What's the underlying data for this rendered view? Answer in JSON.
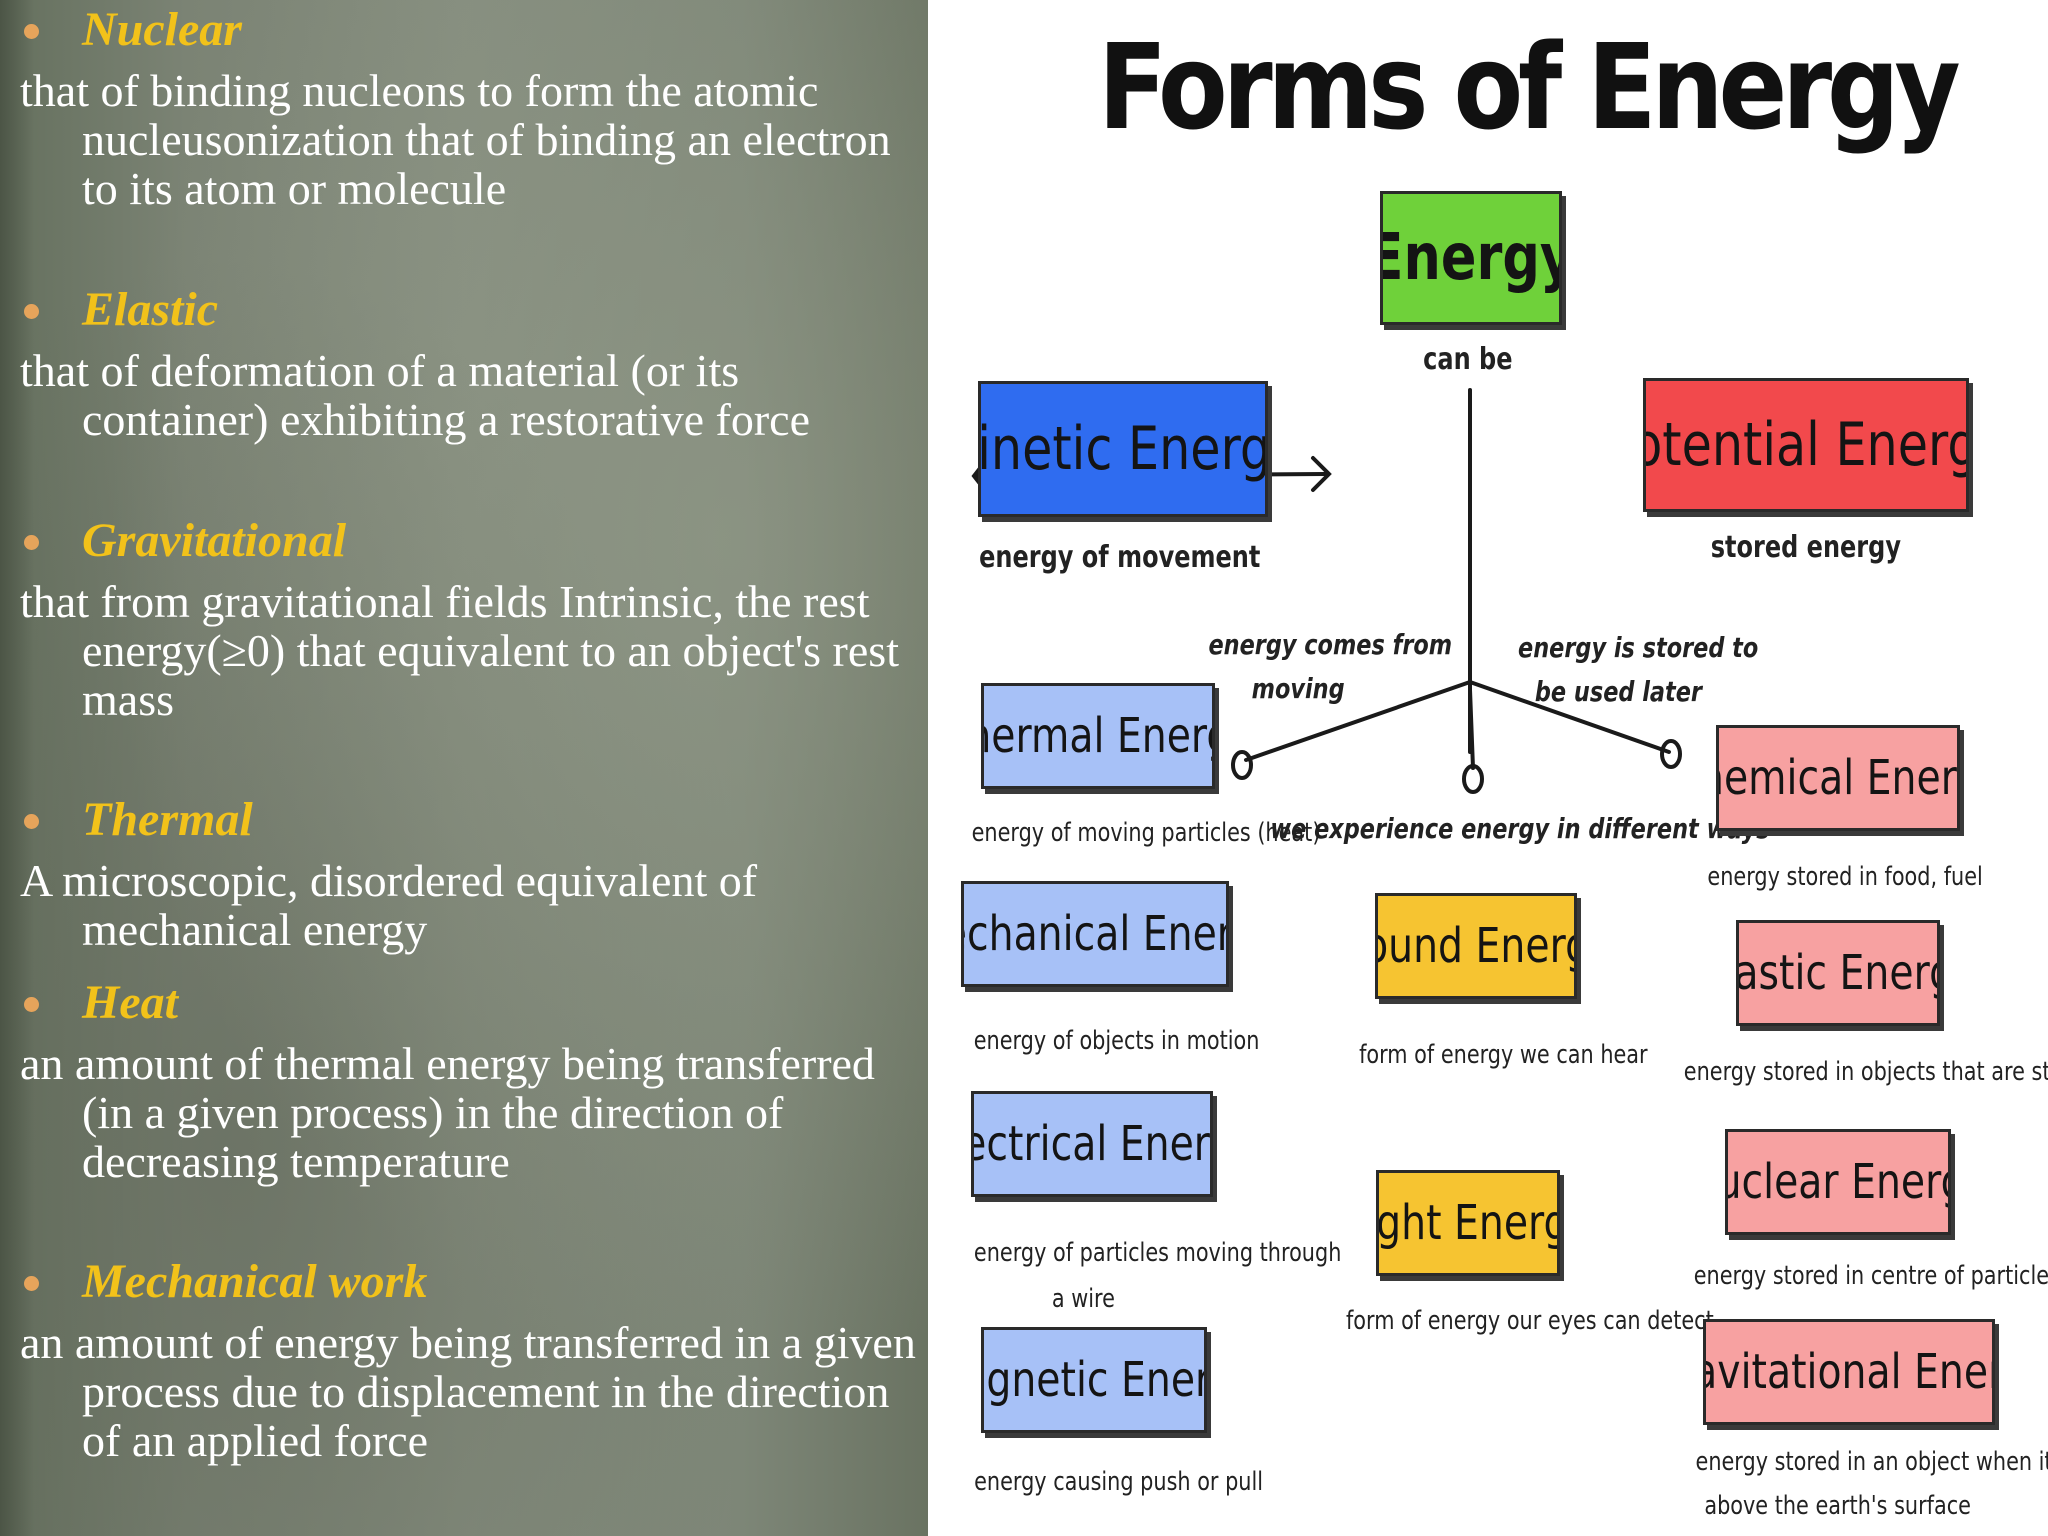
{
  "left_panel": {
    "sections": [
      {
        "heading": "Nuclear",
        "text": "that of binding nucleons to form the atomic nucleusonization that of binding an electron to its atom or molecule"
      },
      {
        "heading": "Elastic",
        "text": "that of deformation of a material (or its container) exhibiting a restorative force"
      },
      {
        "heading": "Gravitational",
        "text": "that from gravitational fields Intrinsic,  the rest energy(≥0) that equivalent to an object's rest mass"
      },
      {
        "heading": "Thermal",
        "text": "A microscopic, disordered equivalent of mechanical energy"
      },
      {
        "heading": "Heat",
        "text": "an amount of thermal energy being transferred (in a given process) in the direction of decreasing temperature"
      },
      {
        "heading": "Mechanical work",
        "text": "an amount of energy being transferred in a given process due to displacement in the direction of an applied force"
      }
    ],
    "colors": {
      "heading": "#f2c21a",
      "bullet": "#e6a45b",
      "text": "#ffffff"
    }
  },
  "diagram": {
    "title": "Forms of Energy",
    "root": {
      "label": "Energy",
      "caption": "can be",
      "color": "#6fd13a"
    },
    "kinetic": {
      "label": "Kinetic Energy",
      "caption": "energy of movement",
      "color": "#2f6cf0"
    },
    "potential": {
      "label": "Potential Energy",
      "caption": "stored energy",
      "color": "#f2494c"
    },
    "connector_labels": {
      "left_line1": "energy comes from",
      "left_line2": "moving",
      "right_line1": "energy is stored to",
      "right_line2": "be used later",
      "middle": "we experience energy in different ways"
    },
    "kinetic_forms": [
      {
        "label": "Thermal Energy",
        "caption": "energy of moving particles (heat)"
      },
      {
        "label": "Mechanical Energy",
        "caption": "energy of objects in motion"
      },
      {
        "label": "Electrical Energy",
        "caption_line1": "energy of particles moving through",
        "caption_line2": "a wire"
      },
      {
        "label": "Magnetic Energy",
        "caption": "energy causing push or pull"
      }
    ],
    "middle_forms": [
      {
        "label": "Sound Energy",
        "caption": "form of energy we can hear"
      },
      {
        "label": "Light Energy",
        "caption": "form of energy our eyes can detect"
      }
    ],
    "potential_forms": [
      {
        "label": "Chemical Energy",
        "caption": "energy stored in food, fuel"
      },
      {
        "label": "Elastic Energy",
        "caption": "energy stored in objects that are stretched"
      },
      {
        "label": "Nuclear Energy",
        "caption": "energy stored in centre of particles"
      },
      {
        "label": "Gravitational Energy",
        "caption_line1": "energy stored in an object when it is",
        "caption_line2": "above the earth's surface"
      }
    ],
    "colors": {
      "kinetic_forms": "#a7c1f7",
      "middle_forms": "#f6c431",
      "potential_forms": "#f7a1a1"
    }
  }
}
